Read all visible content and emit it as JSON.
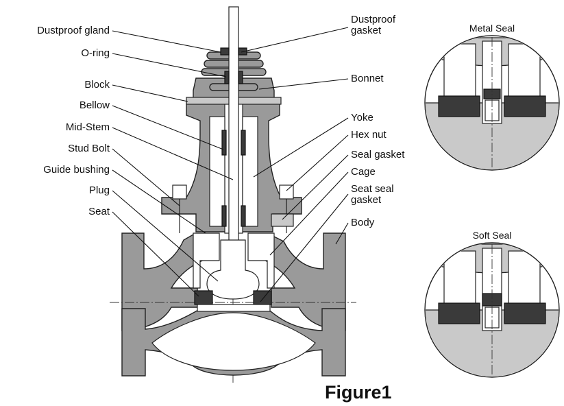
{
  "labels_left": [
    "Dustproof gland",
    "O-ring",
    "Block",
    "Bellow",
    "Mid-Stem",
    "Stud Bolt",
    "Guide bushing",
    "Plug",
    "Seat"
  ],
  "labels_right": [
    "Dustproof",
    "gasket",
    "Bonnet",
    "Yoke",
    "Hex nut",
    "Seal gasket",
    "Cage",
    "Seat seal",
    "gasket",
    "Body"
  ],
  "detail_titles": {
    "metal": "Metal Seal",
    "soft": "Soft Seal"
  },
  "figure_caption": "Figure1",
  "colors": {
    "body": "#9a9a9a",
    "light": "#c9c9c9",
    "dark": "#3a3a3a",
    "line": "#111111"
  }
}
